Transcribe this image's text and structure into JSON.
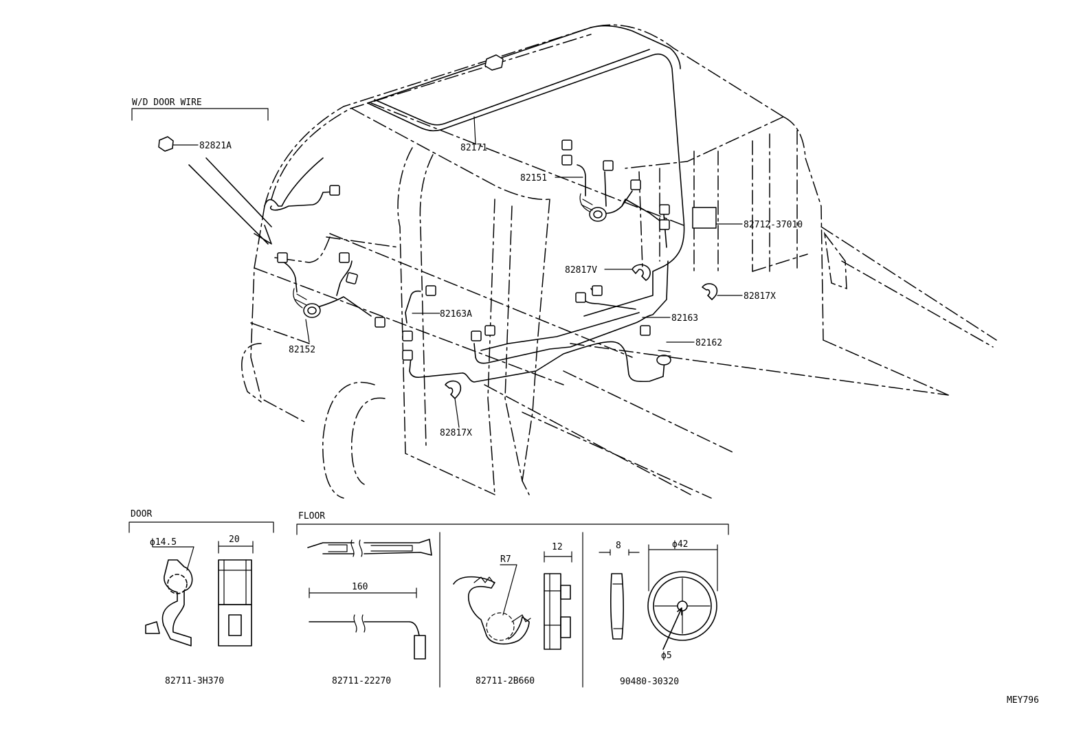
{
  "diagram": {
    "sections": {
      "wd_door_wire": "W/D DOOR WIRE",
      "door": "DOOR",
      "floor": "FLOOR"
    },
    "callouts": {
      "p82821A": "82821A",
      "p82171": "82171",
      "p82151": "82151",
      "p82712": "82712-37010",
      "p82817V": "82817V",
      "p82817X_right": "82817X",
      "p82163": "82163",
      "p82163A": "82163A",
      "p82162": "82162",
      "p82152": "82152",
      "p82817X_bottom": "82817X"
    },
    "details": {
      "door_clip": {
        "part": "82711-3H370",
        "dia": "ϕ14.5",
        "width": "20"
      },
      "floor_tie": {
        "part": "82711-22270",
        "length": "160"
      },
      "floor_clip": {
        "part": "82711-2B660",
        "radius": "R7",
        "width": "12"
      },
      "grommet": {
        "part": "90480-30320",
        "thickness": "8",
        "dia_outer": "ϕ42",
        "dia_inner": "ϕ5"
      }
    },
    "figure_code": "MEY796"
  }
}
